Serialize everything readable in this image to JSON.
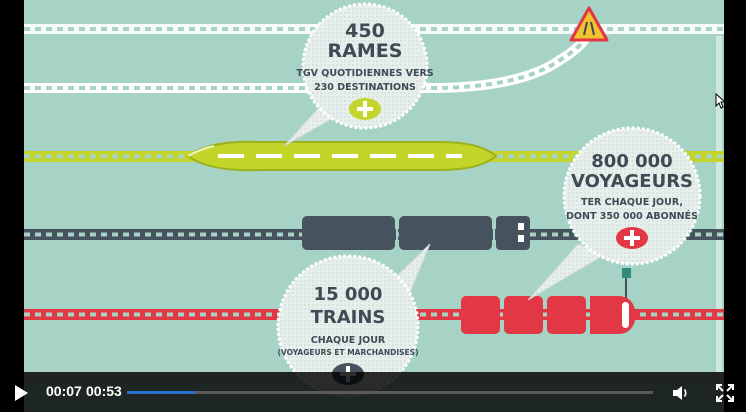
{
  "infographic": {
    "badge_rames": {
      "number": "450",
      "title": "RAMES",
      "line1": "TGV QUOTIDIENNES VERS",
      "line2": "230 DESTINATIONS"
    },
    "badge_voyageurs": {
      "number": "800 000",
      "title": "VOYAGEURS",
      "line1": "TER CHAQUE JOUR,",
      "line2": "DONT 350 000 ABONNÉS"
    },
    "badge_trains": {
      "number": "15 000",
      "title": "TRAINS",
      "line1": "CHAQUE JOUR",
      "line2": "(VOYAGEURS ET MARCHANDISES)"
    },
    "colors": {
      "background": "#a7d3c6",
      "tgv": "#c3d52a",
      "freight": "#46525e",
      "ter": "#e23744",
      "badge": "#e7efec",
      "warning": "#f2c32d"
    }
  },
  "player": {
    "current_time": "00:07",
    "duration": "00:53",
    "progress": 0.13,
    "play_icon": "play-icon",
    "volume_icon": "volume-icon",
    "fullscreen_icon": "fullscreen-icon"
  }
}
